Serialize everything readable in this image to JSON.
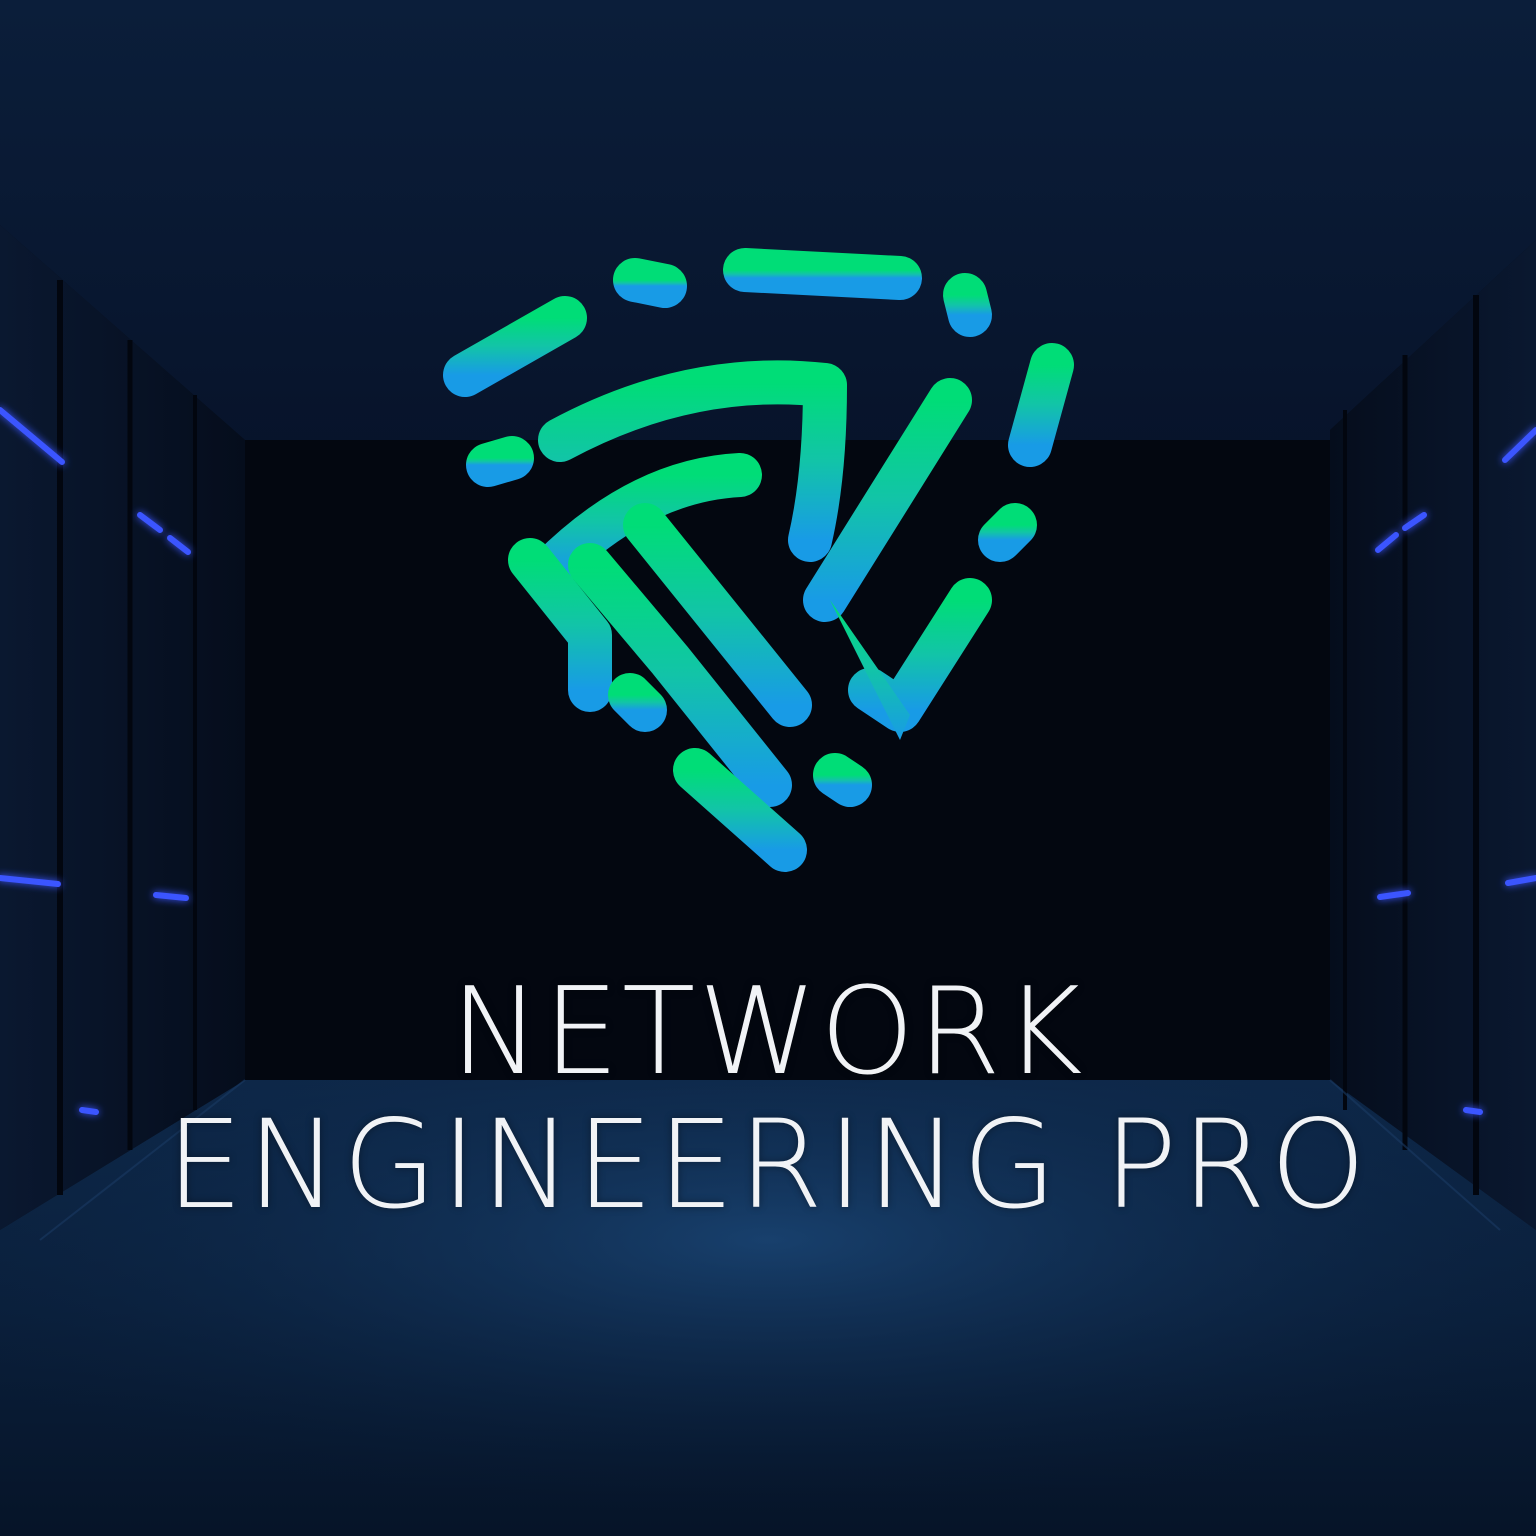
{
  "brand": {
    "line1": "NETWORK",
    "line2": "ENGINEERING PRO"
  },
  "logo": {
    "icon": "shield-network-icon",
    "gradient_top": "#00dd77",
    "gradient_mid": "#12c4a8",
    "gradient_bottom": "#189be6"
  },
  "background": {
    "icon": "server-corridor-image",
    "base_color": "#040a18",
    "accent_light": "#2f47ff"
  }
}
